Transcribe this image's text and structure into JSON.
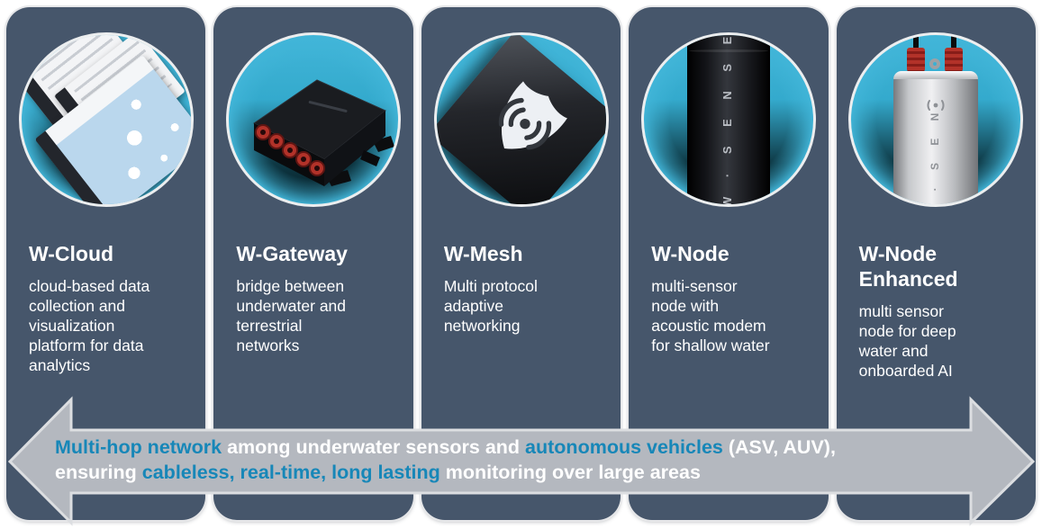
{
  "colors": {
    "accent": "#1787b8",
    "card_bg": "#46566b",
    "arrow_fill": "#b4b8bf",
    "arrow_border": "#dcdee1",
    "circle_cyan": "#41b5d8",
    "text": "#ffffff"
  },
  "cards": [
    {
      "title": "W-Cloud",
      "description": "cloud-based data\ncollection and\nvisualization\nplatform for data\nanalytics",
      "image_name": "dashboard-screens-image"
    },
    {
      "title": "W-Gateway",
      "description": "bridge between\nunderwater and\nterrestrial\nnetworks",
      "image_name": "gateway-device-image"
    },
    {
      "title": "W-Mesh",
      "description": "Multi protocol\nadaptive\nnetworking",
      "image_name": "mesh-module-image"
    },
    {
      "title": "W-Node",
      "description": "multi-sensor\nnode with\nacoustic modem\nfor shallow water",
      "image_name": "node-cylinder-image",
      "device_label": "W · S E N S E"
    },
    {
      "title": "W-Node\nEnhanced",
      "description": "multi sensor\nnode for deep\nwater and\nonboarded AI",
      "image_name": "node-enhanced-cylinder-image",
      "device_label": "W · S E N"
    }
  ],
  "arrow_text": {
    "line1": [
      {
        "text": "Multi-hop network ",
        "style": "accent"
      },
      {
        "text": "among underwater sensors and ",
        "style": "plain"
      },
      {
        "text": "autonomous vehicles",
        "style": "accent"
      },
      {
        "text": " (ASV, AUV),",
        "style": "plain"
      }
    ],
    "line2": [
      {
        "text": "ensuring ",
        "style": "plain"
      },
      {
        "text": "cableless, real-time, long lasting",
        "style": "accent"
      },
      {
        "text": " monitoring over large areas",
        "style": "plain"
      }
    ]
  }
}
